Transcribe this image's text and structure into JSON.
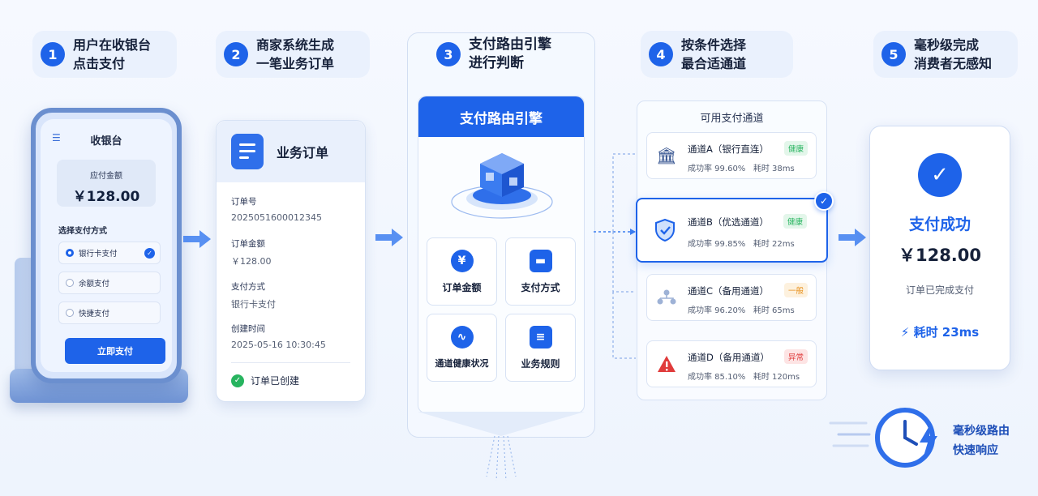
{
  "steps": [
    {
      "num": "1",
      "line1": "用户在收银台",
      "line2": "点击支付"
    },
    {
      "num": "2",
      "line1": "商家系统生成",
      "line2": "一笔业务订单"
    },
    {
      "num": "3",
      "line1": "支付路由引擎",
      "line2": "进行判断"
    },
    {
      "num": "4",
      "line1": "按条件选择",
      "line2": "最合适通道"
    },
    {
      "num": "5",
      "line1": "毫秒级完成",
      "line2": "消费者无感知"
    }
  ],
  "phone": {
    "title": "收银台",
    "amount_label": "应付金额",
    "amount": "￥128.00",
    "method_title": "选择支付方式",
    "options": [
      "银行卡支付",
      "余额支付",
      "快捷支付"
    ],
    "pay_button": "立即支付"
  },
  "order": {
    "title": "业务订单",
    "fields": [
      {
        "label": "订单号",
        "value": "2025051600012345"
      },
      {
        "label": "订单金额",
        "value": "￥128.00"
      },
      {
        "label": "支付方式",
        "value": "银行卡支付"
      },
      {
        "label": "创建时间",
        "value": "2025-05-16 10:30:45"
      }
    ],
    "status": "订单已创建"
  },
  "engine": {
    "title": "支付路由引擎",
    "factors": [
      "订单金额",
      "支付方式",
      "通道健康状况",
      "业务规则"
    ]
  },
  "channels": {
    "title": "可用支付通道",
    "items": [
      {
        "name": "通道A（银行直连）",
        "status": "健康",
        "rate": "成功率  99.60%",
        "time": "耗时 38ms"
      },
      {
        "name": "通道B（优选通道）",
        "status": "健康",
        "rate": "成功率  99.85%",
        "time": "耗时 22ms"
      },
      {
        "name": "通道C（备用通道）",
        "status": "一般",
        "rate": "成功率  96.20%",
        "time": "耗时 65ms"
      },
      {
        "name": "通道D（备用通道）",
        "status": "异常",
        "rate": "成功率  85.10%",
        "time": "耗时 120ms"
      }
    ]
  },
  "success": {
    "title": "支付成功",
    "amount": "￥128.00",
    "message": "订单已完成支付",
    "time": "耗时 23ms"
  },
  "speed": {
    "line1": "毫秒级路由",
    "line2": "快速响应"
  },
  "colors": {
    "primary": "#1e63e9",
    "healthy": "#27b45f",
    "normal": "#e8901c",
    "error": "#e03b3b"
  }
}
